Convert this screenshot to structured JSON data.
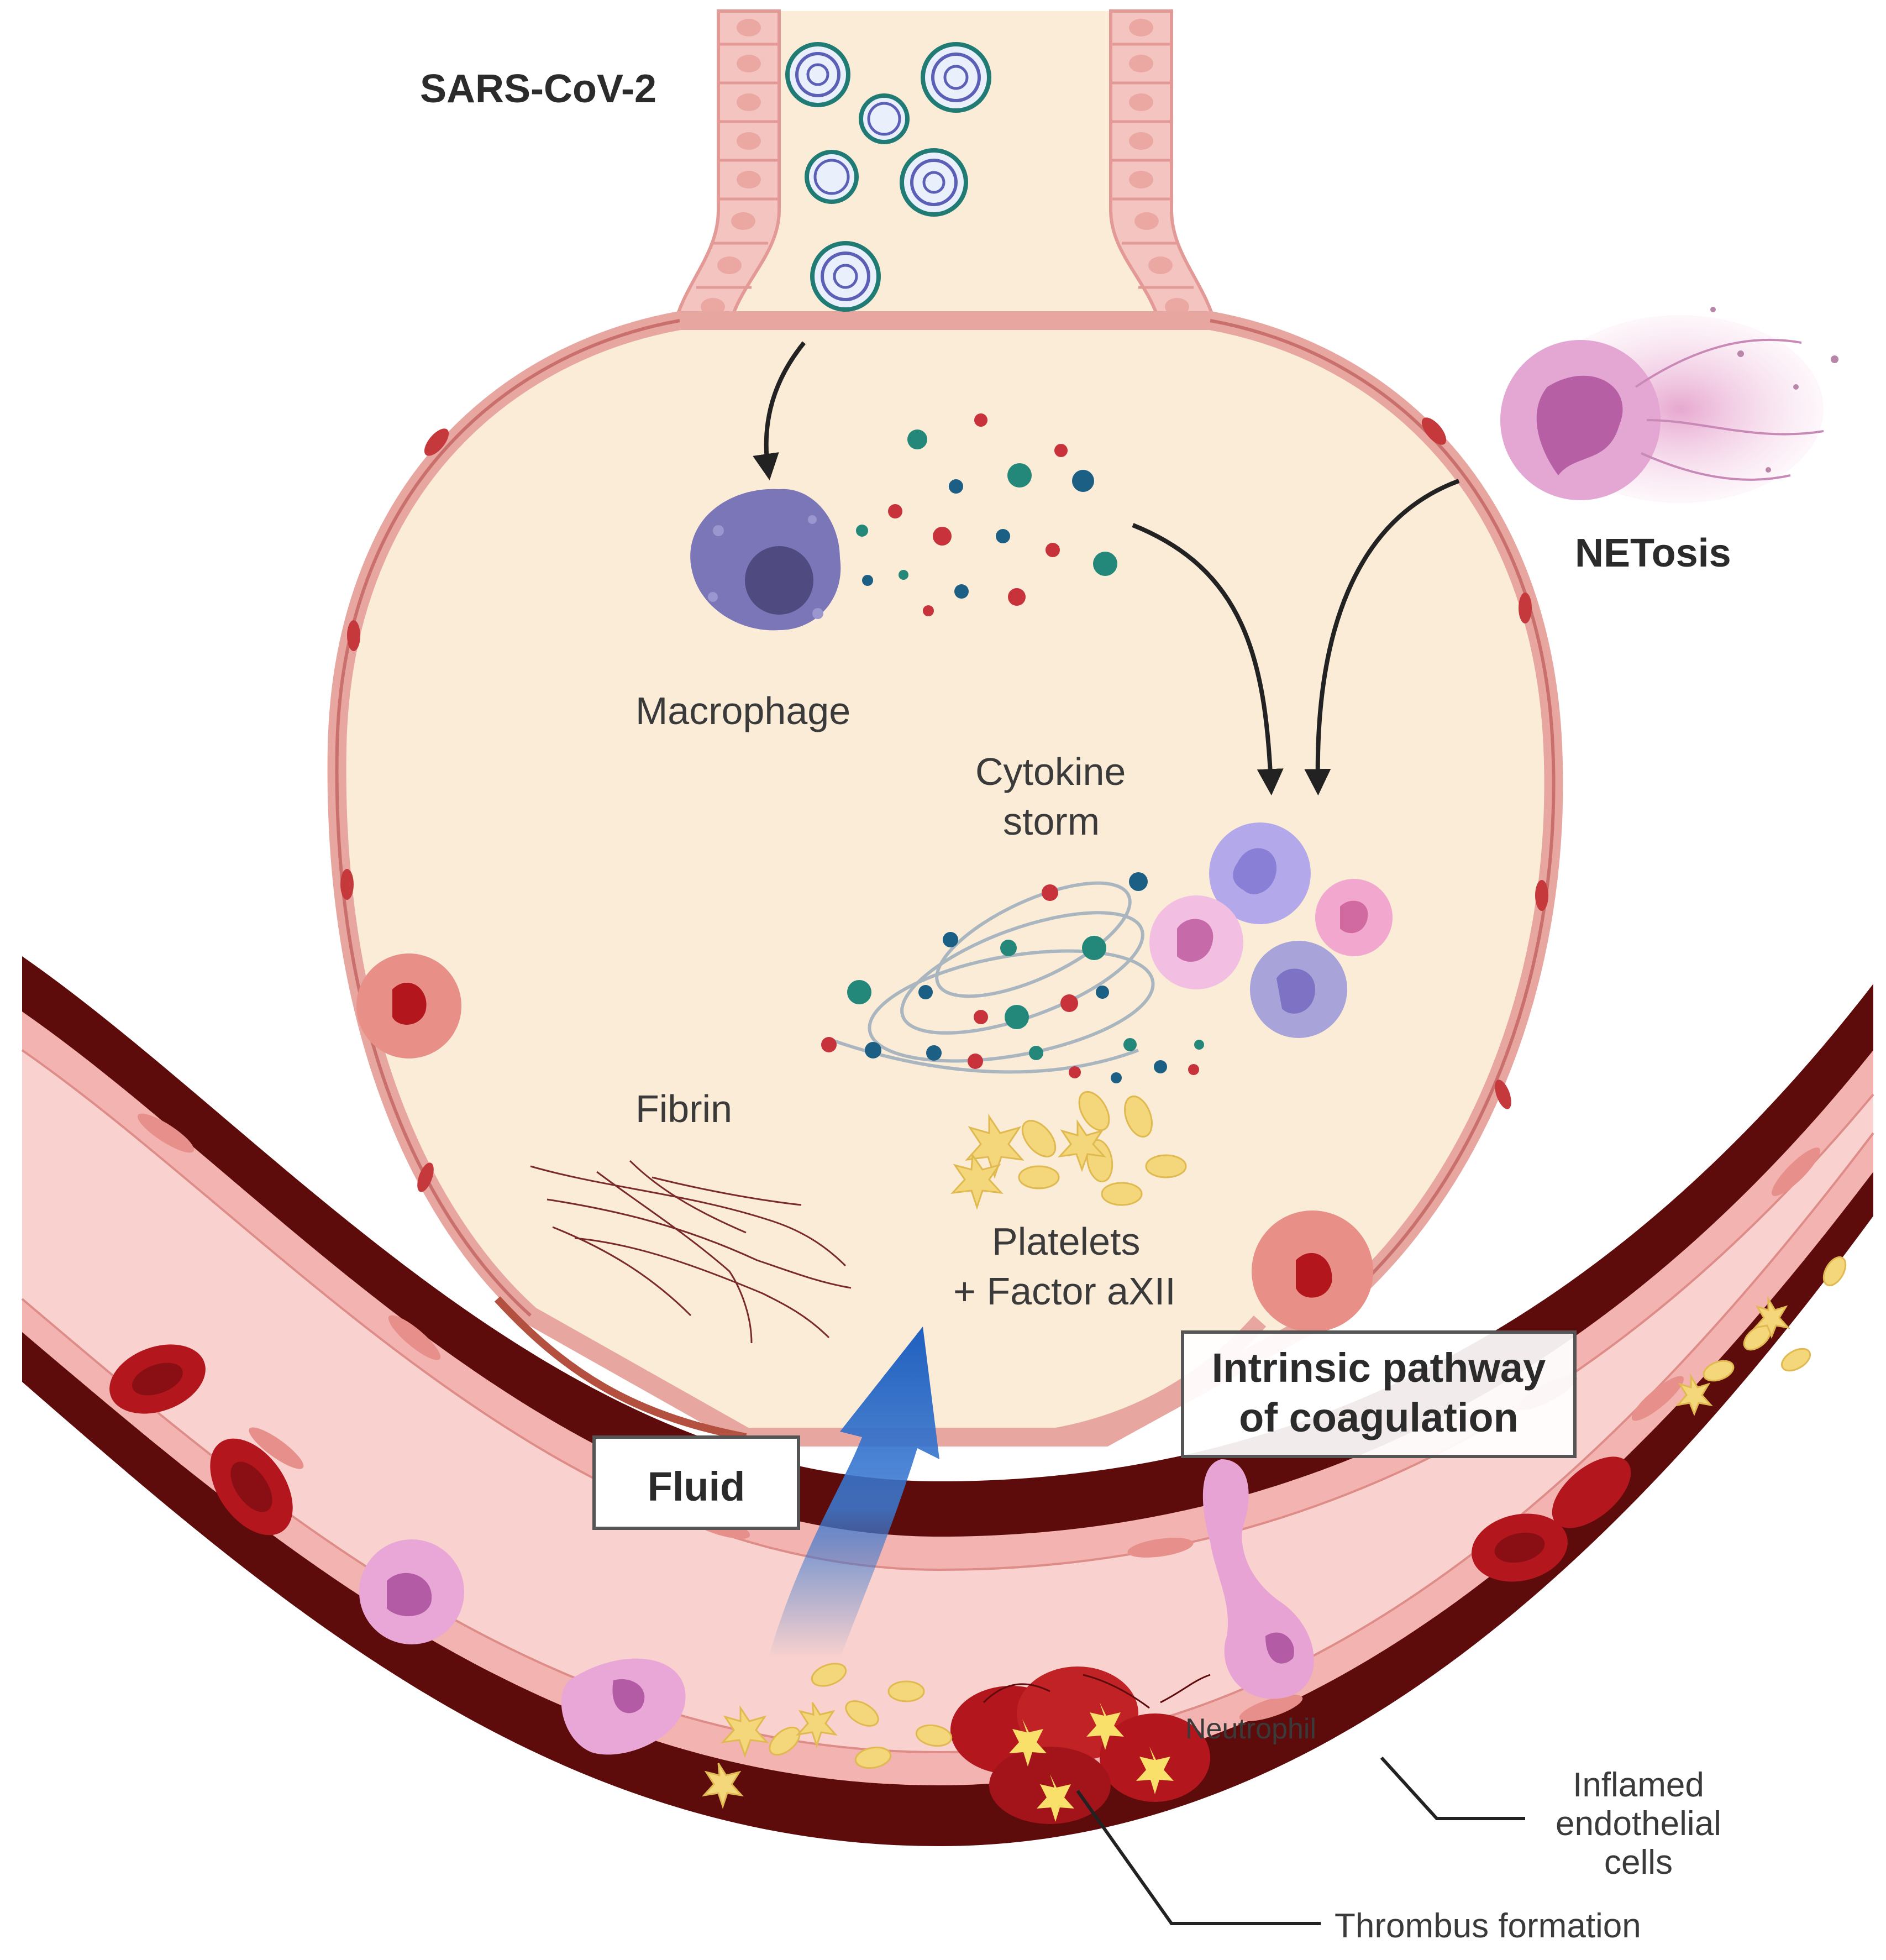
{
  "labels": {
    "virus": "SARS-CoV-2",
    "netosis": "NETosis",
    "macrophage": "Macrophage",
    "cytokine_line1": "Cytokine",
    "cytokine_line2": "storm",
    "fibrin": "Fibrin",
    "platelets_line1": "Platelets",
    "platelets_line2": "+ Factor aXII",
    "intrinsic_line1": "Intrinsic pathway",
    "intrinsic_line2": "of coagulation",
    "fluid": "Fluid",
    "neutrophil": "Neutrophil",
    "inflamed_line1": "Inflamed",
    "inflamed_line2": "endothelial",
    "inflamed_line3": "cells",
    "thrombus": "Thrombus formation"
  },
  "colors": {
    "alveolus_fill": "#fbecd8",
    "alveolar_wall": "#e8a6a0",
    "vessel_outer": "#5e0b0b",
    "vessel_lumen": "#f7c9c6",
    "rbc": "#b3161c",
    "platelet": "#f3d77a",
    "cytokine_teal": "#23877a",
    "cytokine_red": "#c8323a",
    "cytokine_blue": "#1b5f85",
    "macrophage": "#7b76b8",
    "fluid_arrow": "#2f6fc7"
  }
}
